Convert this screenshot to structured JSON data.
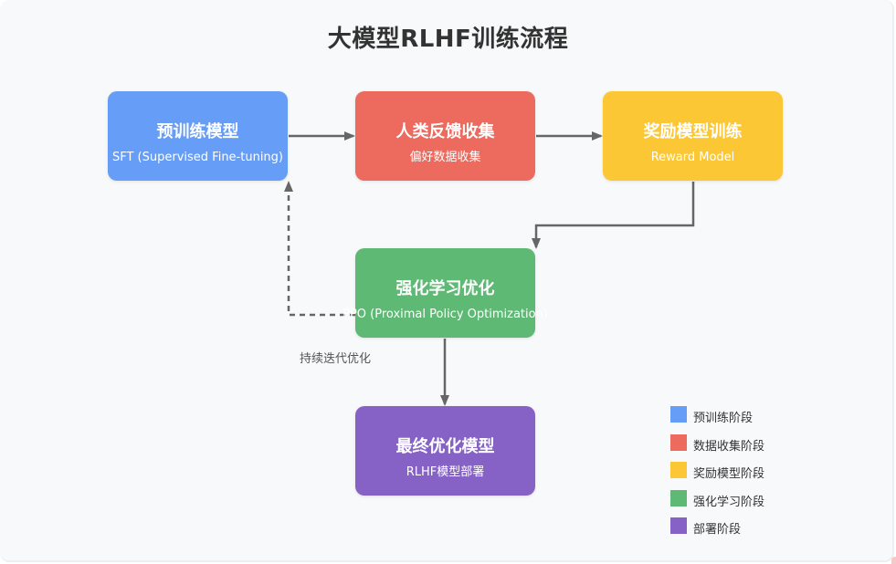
{
  "title": "大模型RLHF训练流程",
  "nodes": {
    "pretrain": {
      "title": "预训练模型",
      "subtitle": "SFT (Supervised Fine-tuning)",
      "color": "#669df6"
    },
    "feedback": {
      "title": "人类反馈收集",
      "subtitle": "偏好数据收集",
      "color": "#ec6a5e"
    },
    "reward": {
      "title": "奖励模型训练",
      "subtitle": "Reward Model",
      "color": "#fbc734"
    },
    "rl": {
      "title": "强化学习优化",
      "subtitle": "PPO (Proximal Policy Optimization)",
      "color": "#5db973"
    },
    "final": {
      "title": "最终优化模型",
      "subtitle": "RLHF模型部署",
      "color": "#8662c7"
    }
  },
  "loop_label": "持续迭代优化",
  "legend": [
    {
      "label": "预训练阶段",
      "color": "#669df6"
    },
    {
      "label": "数据收集阶段",
      "color": "#ec6a5e"
    },
    {
      "label": "奖励模型阶段",
      "color": "#fbc734"
    },
    {
      "label": "强化学习阶段",
      "color": "#5db973"
    },
    {
      "label": "部署阶段",
      "color": "#8662c7"
    }
  ],
  "connector_color": "#666666"
}
